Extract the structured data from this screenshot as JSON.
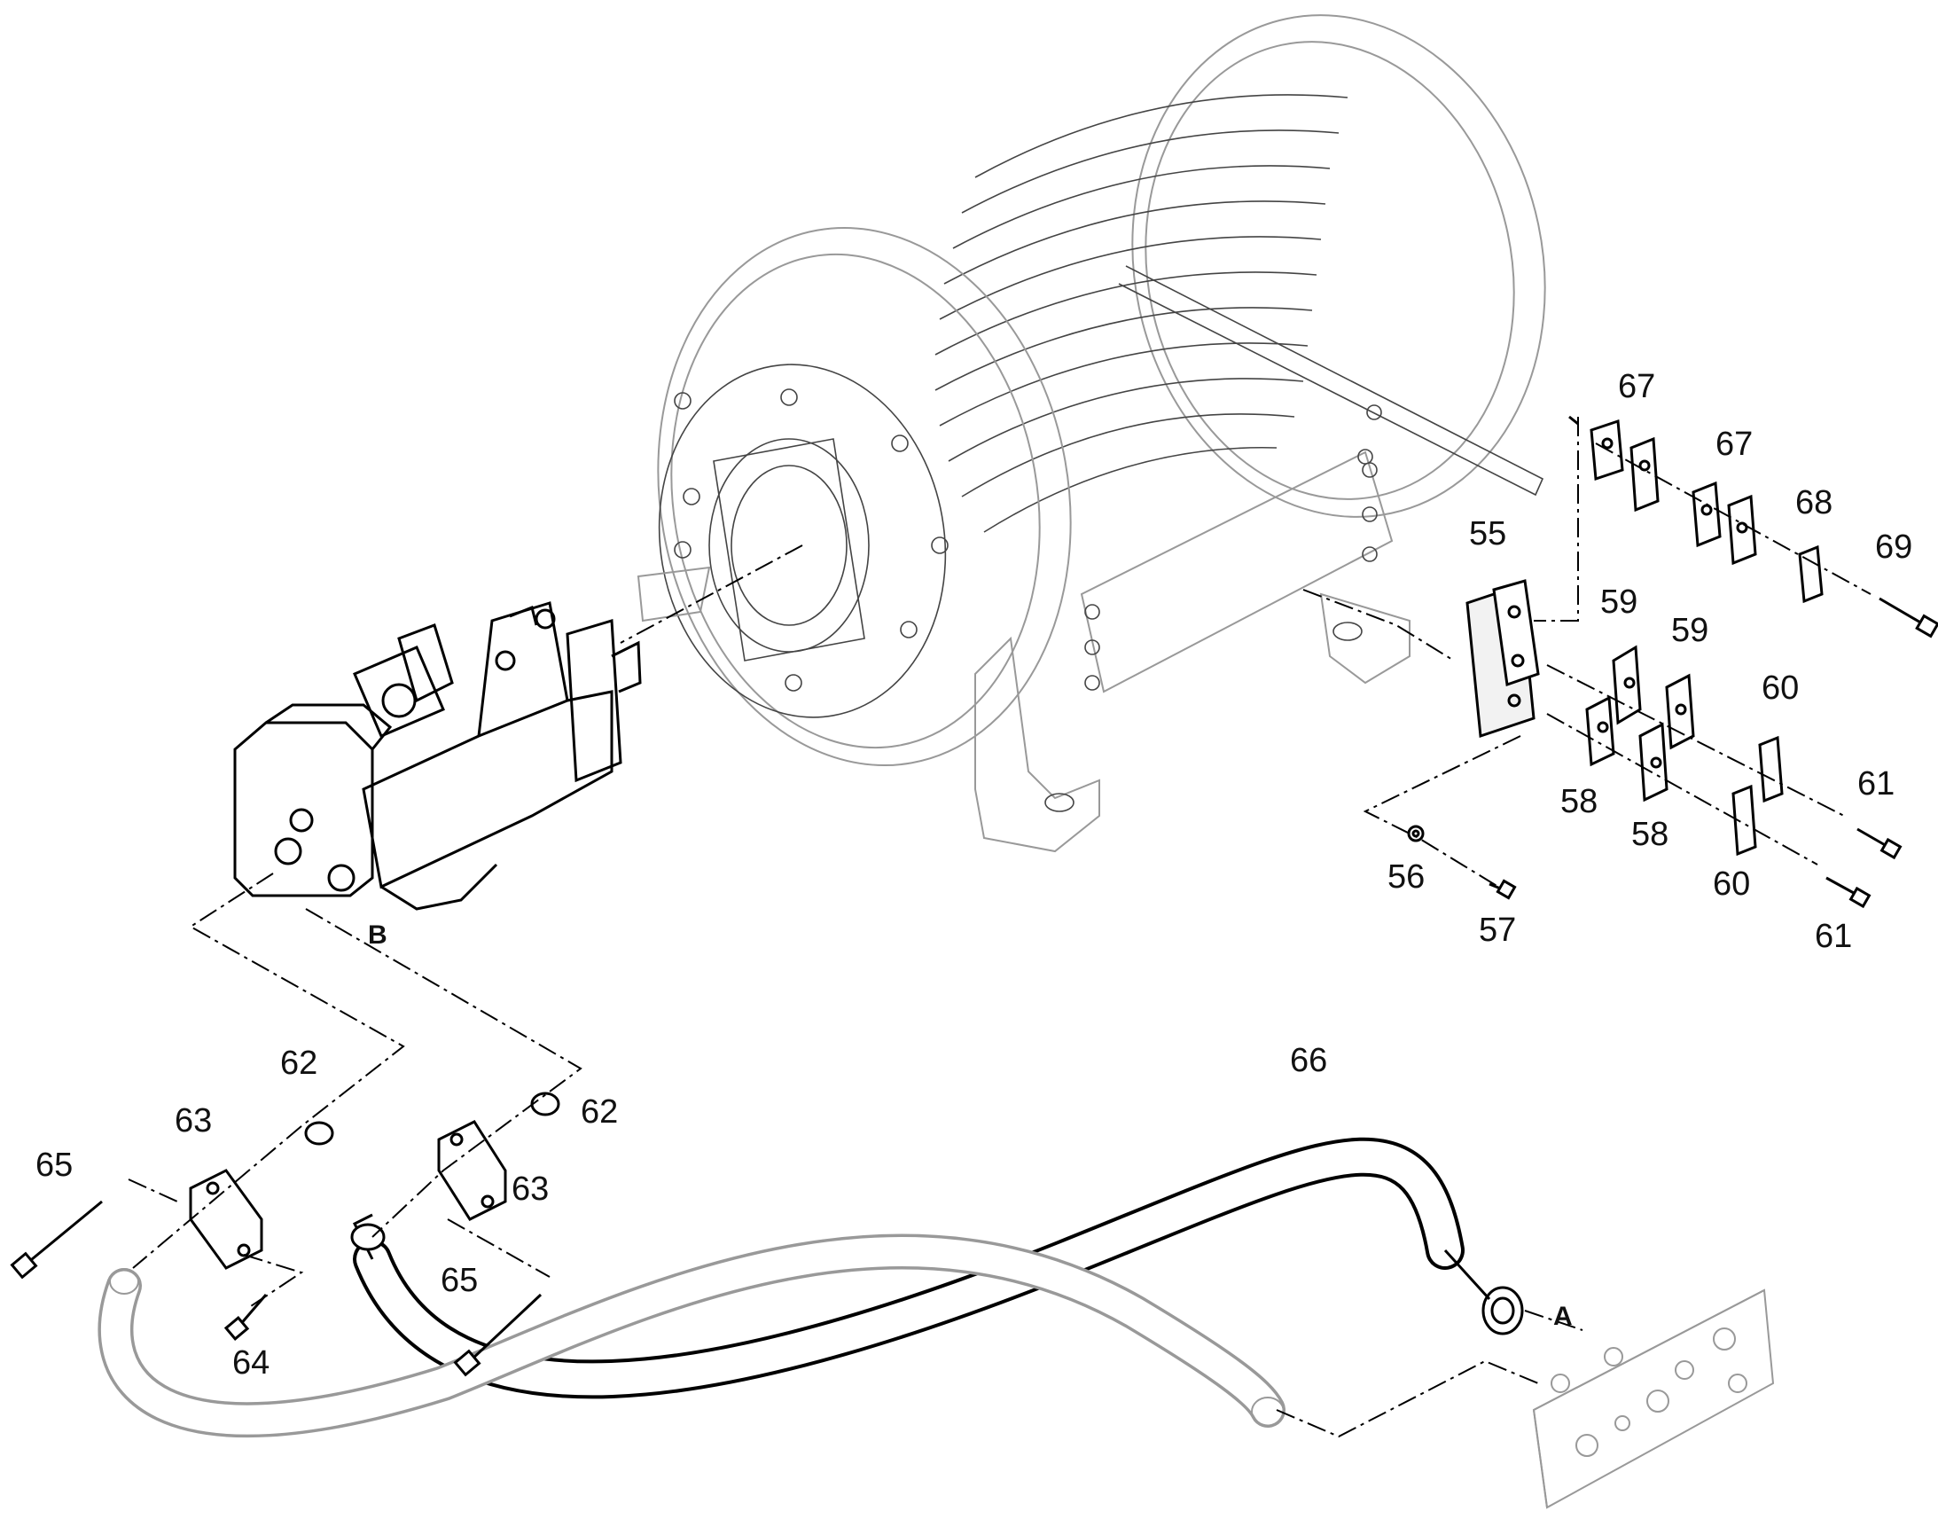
{
  "callouts": {
    "c55": "55",
    "c56": "56",
    "c57": "57",
    "c58a": "58",
    "c58b": "58",
    "c59a": "59",
    "c59b": "59",
    "c60a": "60",
    "c60b": "60",
    "c61a": "61",
    "c61b": "61",
    "c62a": "62",
    "c62b": "62",
    "c63a": "63",
    "c63b": "63",
    "c64": "64",
    "c65a": "65",
    "c65b": "65",
    "c66": "66",
    "c67a": "67",
    "c67b": "67",
    "c68": "68",
    "c69": "69"
  },
  "ports": {
    "a": "A",
    "b": "B"
  },
  "colors": {
    "line": "#000000",
    "faint": "#999999",
    "background": "#ffffff"
  }
}
